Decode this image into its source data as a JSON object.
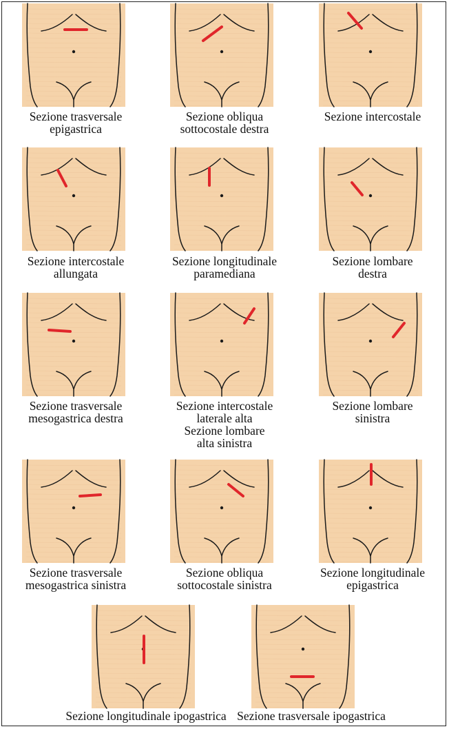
{
  "colors": {
    "skin": "#f5d3aa",
    "skin_texture": "#e9bf93",
    "outline": "#1a1a1a",
    "incision": "#e0262b"
  },
  "panels": [
    {
      "id": "sezione-trasversale-epigastrica",
      "caption": [
        "Sezione trasversale",
        "epigastrica"
      ]
    },
    {
      "id": "sezione-obliqua-sottocostale-destra",
      "caption": [
        "Sezione obliqua",
        "sottocostale destra"
      ]
    },
    {
      "id": "sezione-intercostale",
      "caption": [
        "Sezione intercostale"
      ]
    },
    {
      "id": "sezione-intercostale-allungata",
      "caption": [
        "Sezione intercostale",
        "allungata"
      ]
    },
    {
      "id": "sezione-longitudinale-paramediana",
      "caption": [
        "Sezione longitudinale",
        "paramediana"
      ]
    },
    {
      "id": "sezione-lombare-destra",
      "caption": [
        "Sezione lombare",
        "destra"
      ]
    },
    {
      "id": "sezione-trasversale-mesogastrica-destra",
      "caption": [
        "Sezione trasversale",
        "mesogastrica destra"
      ]
    },
    {
      "id": "sezione-intercostale-laterale-alta",
      "caption": [
        "Sezione intercostale",
        "laterale alta",
        "Sezione lombare",
        "alta sinistra"
      ]
    },
    {
      "id": "sezione-lombare-sinistra",
      "caption": [
        "Sezione lombare",
        "sinistra"
      ]
    },
    {
      "id": "sezione-trasversale-mesogastrica-sinistra",
      "caption": [
        "Sezione trasversale",
        "mesogastrica sinistra"
      ]
    },
    {
      "id": "sezione-obliqua-sottocostale-sinistra",
      "caption": [
        "Sezione obliqua",
        "sottocostale sinistra"
      ]
    },
    {
      "id": "sezione-longitudinale-epigastrica",
      "caption": [
        "Sezione longitudinale",
        "epigastrica"
      ]
    },
    {
      "id": "sezione-longitudinale-ipogastrica",
      "caption": [
        "Sezione longitudinale ipogastrica"
      ]
    },
    {
      "id": "sezione-trasversale-ipogastrica",
      "caption": [
        "Sezione trasversale ipogastrica"
      ]
    }
  ]
}
